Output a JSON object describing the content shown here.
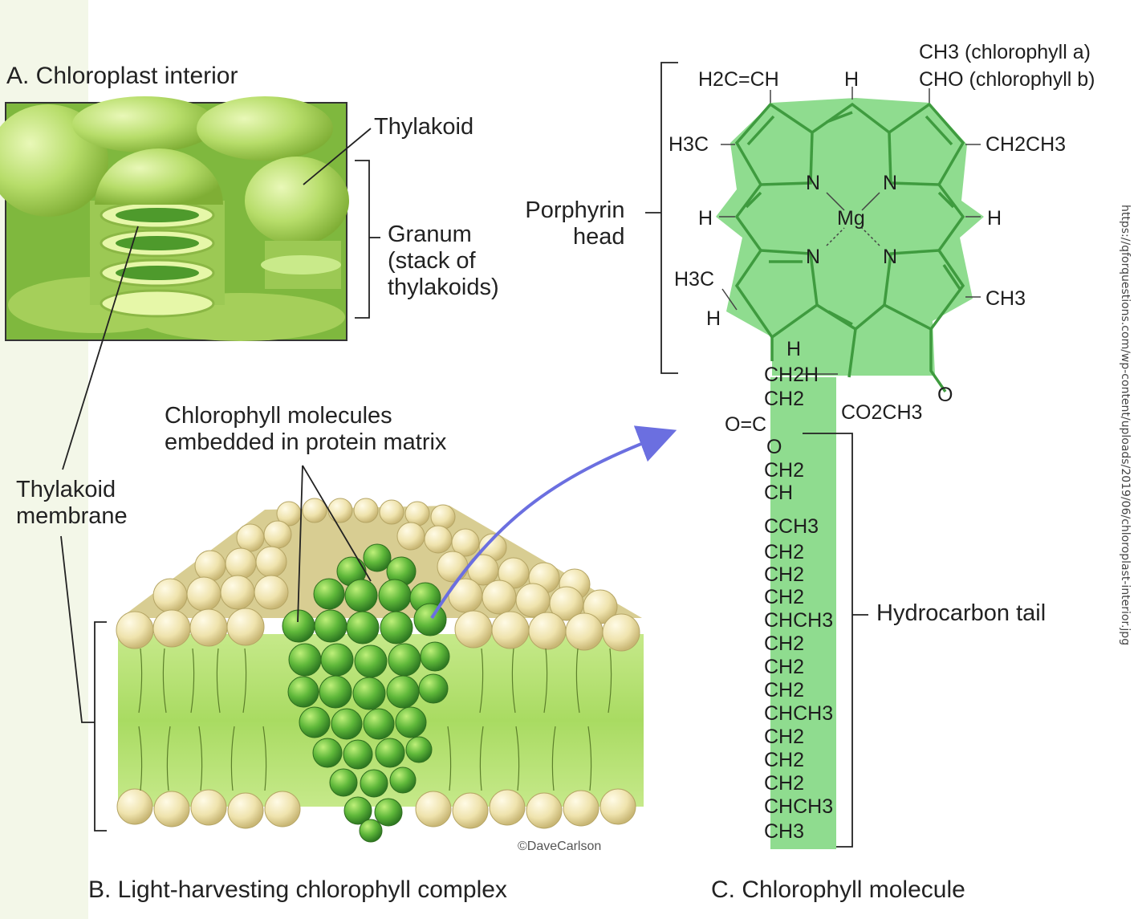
{
  "panels": {
    "a": {
      "title": "A. Chloroplast interior",
      "thylakoid": "Thylakoid",
      "granum": [
        "Granum",
        "(stack of",
        "thylakoids)"
      ],
      "membrane": [
        "Thylakoid",
        "membrane"
      ]
    },
    "b": {
      "title": "B. Light-harvesting chlorophyll complex",
      "callout": [
        "Chlorophyll molecules",
        "embedded in protein matrix"
      ],
      "credit": "©DaveCarlson"
    },
    "c": {
      "title": "C. Chlorophyll molecule",
      "porphyrin": [
        "Porphyrin",
        "head"
      ],
      "tail": "Hydrocarbon tail",
      "formula": {
        "top_left": "H2C=CH",
        "top_h": "H",
        "variant_a": "CH3 (chlorophyll a)",
        "variant_b": "CHO (chlorophyll b)",
        "left_h3c": "H3C",
        "right_ethyl": "CH2CH3",
        "left_h": "H",
        "right_h": "H",
        "metal": "Mg",
        "n": "N",
        "lower_left_h3c": "H3C",
        "lower_left_h": "H",
        "right_ch3": "CH3",
        "bridge_h": "H",
        "ester": "CO2CH3",
        "keto_o": "O",
        "chain": [
          "CH2H",
          "CH2",
          "O=C",
          "O",
          "CH2",
          "CH",
          "CCH3",
          "CH2",
          "CH2",
          "CH2",
          "CHCH3",
          "CH2",
          "CH2",
          "CH2",
          "CHCH3",
          "CH2",
          "CH2",
          "CH2",
          "CHCH3",
          "CH3"
        ]
      }
    }
  },
  "source_url": "https://qforquestions.com/wp-content/uploads/2019/06/chloroplast-interior.jpg",
  "colors": {
    "green_fill": "#8fdc8f",
    "ring_green": "#3f9b3f",
    "arrow": "#6b6fe0",
    "lipid": "#eee3b0",
    "membrane": "#b9e27a"
  }
}
